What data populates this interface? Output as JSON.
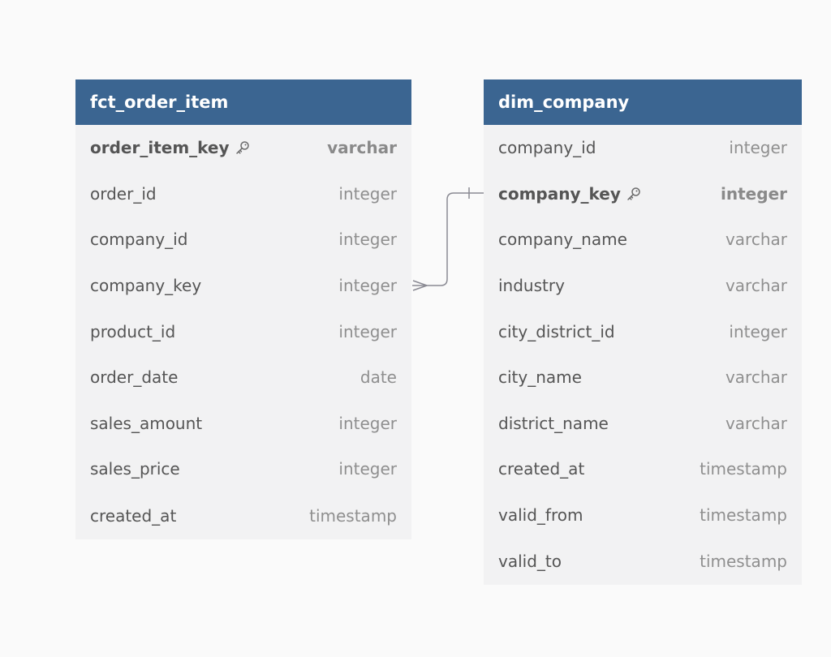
{
  "tables": [
    {
      "name": "fct_order_item",
      "columns": [
        {
          "name": "order_item_key",
          "type": "varchar",
          "pk": true
        },
        {
          "name": "order_id",
          "type": "integer",
          "pk": false
        },
        {
          "name": "company_id",
          "type": "integer",
          "pk": false
        },
        {
          "name": "company_key",
          "type": "integer",
          "pk": false
        },
        {
          "name": "product_id",
          "type": "integer",
          "pk": false
        },
        {
          "name": "order_date",
          "type": "date",
          "pk": false
        },
        {
          "name": "sales_amount",
          "type": "integer",
          "pk": false
        },
        {
          "name": "sales_price",
          "type": "integer",
          "pk": false
        },
        {
          "name": "created_at",
          "type": "timestamp",
          "pk": false
        }
      ]
    },
    {
      "name": "dim_company",
      "columns": [
        {
          "name": "company_id",
          "type": "integer",
          "pk": false
        },
        {
          "name": "company_key",
          "type": "integer",
          "pk": true
        },
        {
          "name": "company_name",
          "type": "varchar",
          "pk": false
        },
        {
          "name": "industry",
          "type": "varchar",
          "pk": false
        },
        {
          "name": "city_district_id",
          "type": "integer",
          "pk": false
        },
        {
          "name": "city_name",
          "type": "varchar",
          "pk": false
        },
        {
          "name": "district_name",
          "type": "varchar",
          "pk": false
        },
        {
          "name": "created_at",
          "type": "timestamp",
          "pk": false
        },
        {
          "name": "valid_from",
          "type": "timestamp",
          "pk": false
        },
        {
          "name": "valid_to",
          "type": "timestamp",
          "pk": false
        }
      ]
    }
  ],
  "relationship": {
    "from": {
      "table": "fct_order_item",
      "column": "company_key",
      "cardinality": "many"
    },
    "to": {
      "table": "dim_company",
      "column": "company_key",
      "cardinality": "one"
    }
  },
  "colors": {
    "header": "#3b6591",
    "table_body": "#f2f2f3",
    "background": "#fafafa",
    "connector": "#8a8a93"
  },
  "icons": {
    "primary_key": "key-icon"
  }
}
